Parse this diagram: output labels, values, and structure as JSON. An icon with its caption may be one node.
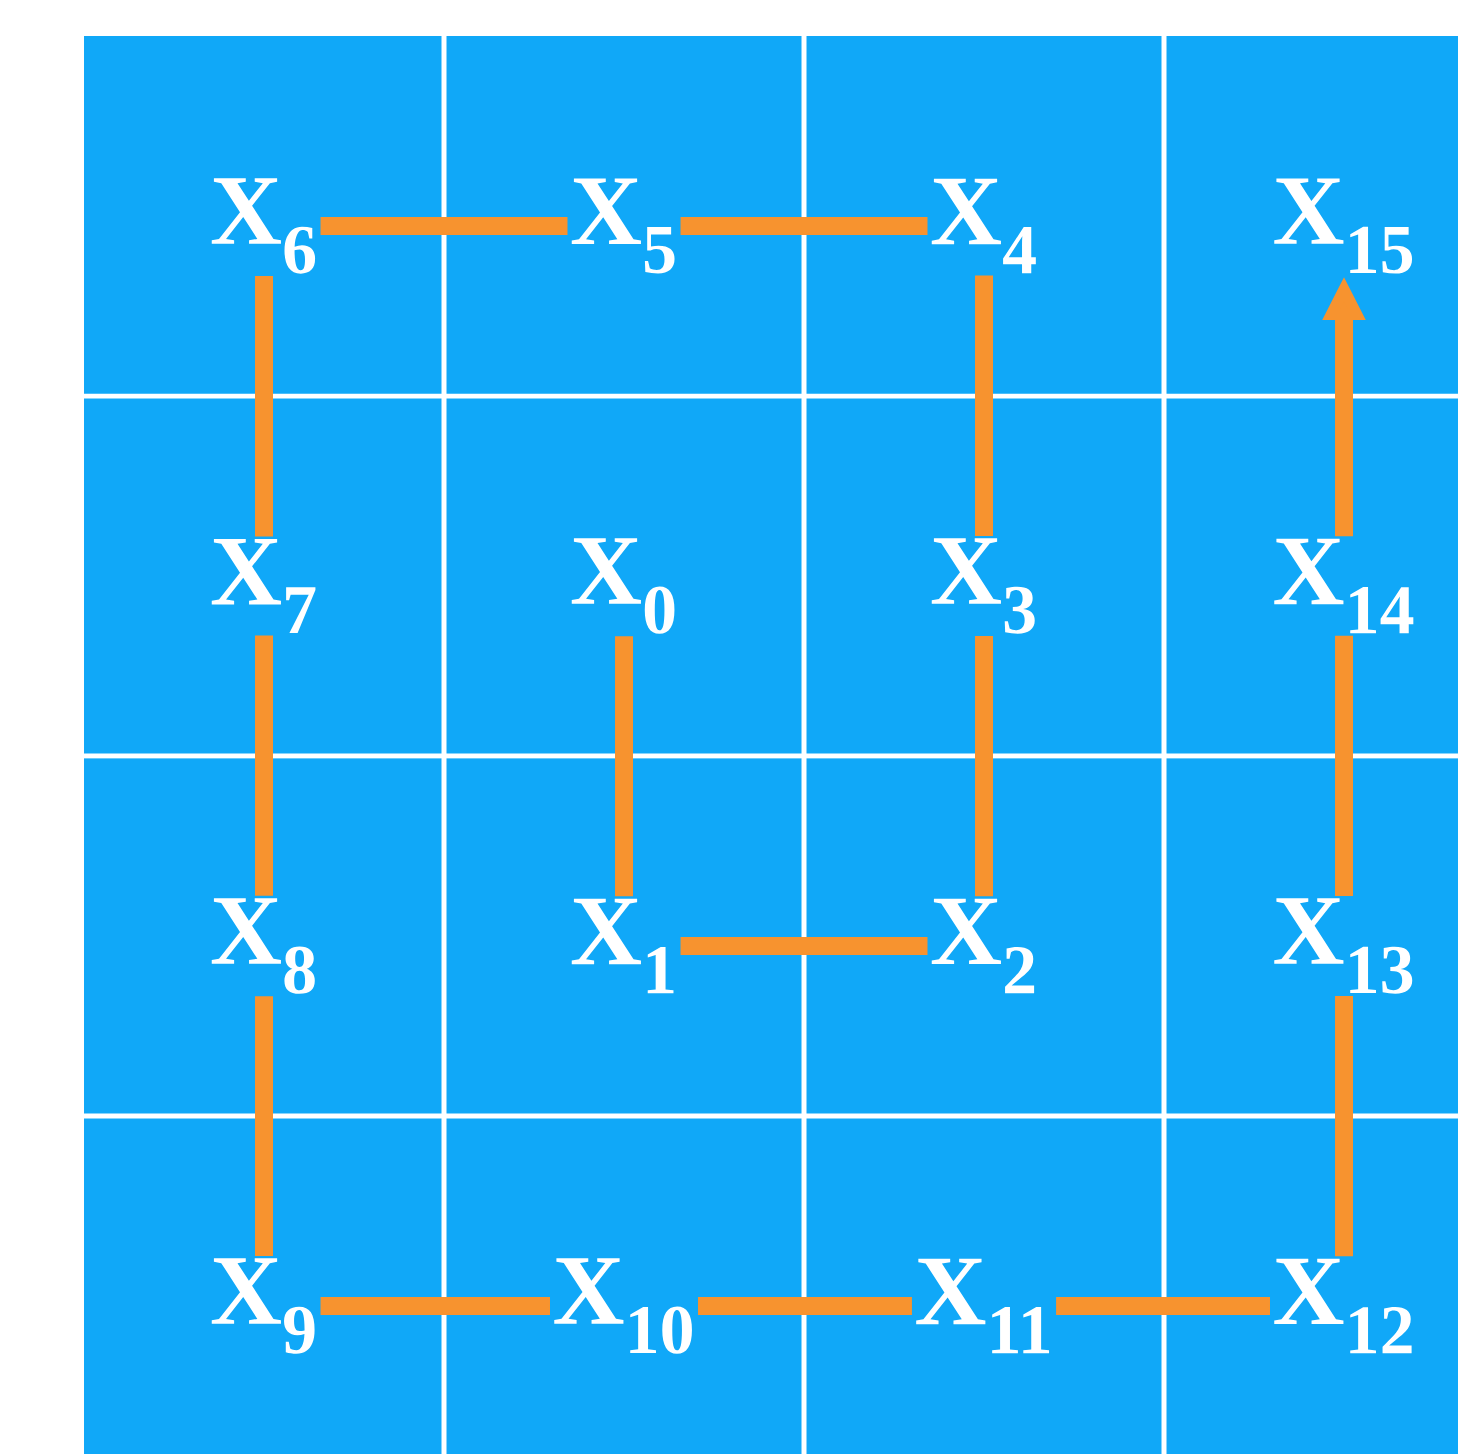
{
  "diagram": {
    "nodes": [
      {
        "text": [
          "X$_{0}$"
        ]
      },
      {
        "text": [
          "X$_{1}$"
        ]
      },
      {
        "text": [
          "X$_{2}$"
        ]
      },
      {
        "text": [
          "X$_{3}$"
        ]
      },
      {
        "text": [
          "X$_{4}$"
        ]
      },
      {
        "text": [
          "X$_{5}$"
        ]
      },
      {
        "text": [
          "X$_{6}$"
        ]
      },
      {
        "text": [
          "X$_{7}$"
        ]
      },
      {
        "text": [
          "X$_{8}$"
        ]
      },
      {
        "text": [
          "X$_{9}$"
        ]
      },
      {
        "text": [
          "X$_{10}$"
        ]
      },
      {
        "text": [
          "X$_{11}$"
        ]
      },
      {
        "text": [
          "X$_{12}$"
        ]
      },
      {
        "text": [
          "X$_{13}$"
        ]
      },
      {
        "text": [
          "X$_{14}$"
        ]
      },
      {
        "text": [
          "X$_{15}$"
        ]
      }
    ],
    "edges": [
      {
        "from": 0,
        "to": 1,
        "arrow": "none"
      },
      {
        "from": 1,
        "to": 2,
        "arrow": "none"
      },
      {
        "from": 2,
        "to": 3,
        "arrow": "none"
      },
      {
        "from": 3,
        "to": 4,
        "arrow": "none"
      },
      {
        "from": 4,
        "to": 5,
        "arrow": "none"
      },
      {
        "from": 5,
        "to": 6,
        "arrow": "none"
      },
      {
        "from": 6,
        "to": 7,
        "arrow": "none"
      },
      {
        "from": 7,
        "to": 8,
        "arrow": "none"
      },
      {
        "from": 8,
        "to": 9,
        "arrow": "none"
      },
      {
        "from": 9,
        "to": 10,
        "arrow": "none"
      },
      {
        "from": 10,
        "to": 11,
        "arrow": "none"
      },
      {
        "from": 11,
        "to": 12,
        "arrow": "none"
      },
      {
        "from": 12,
        "to": 13,
        "arrow": "none"
      },
      {
        "from": 13,
        "to": 14,
        "arrow": "none"
      },
      {
        "from": 14,
        "to": 15,
        "arrow": "to"
      }
    ]
  }
}
